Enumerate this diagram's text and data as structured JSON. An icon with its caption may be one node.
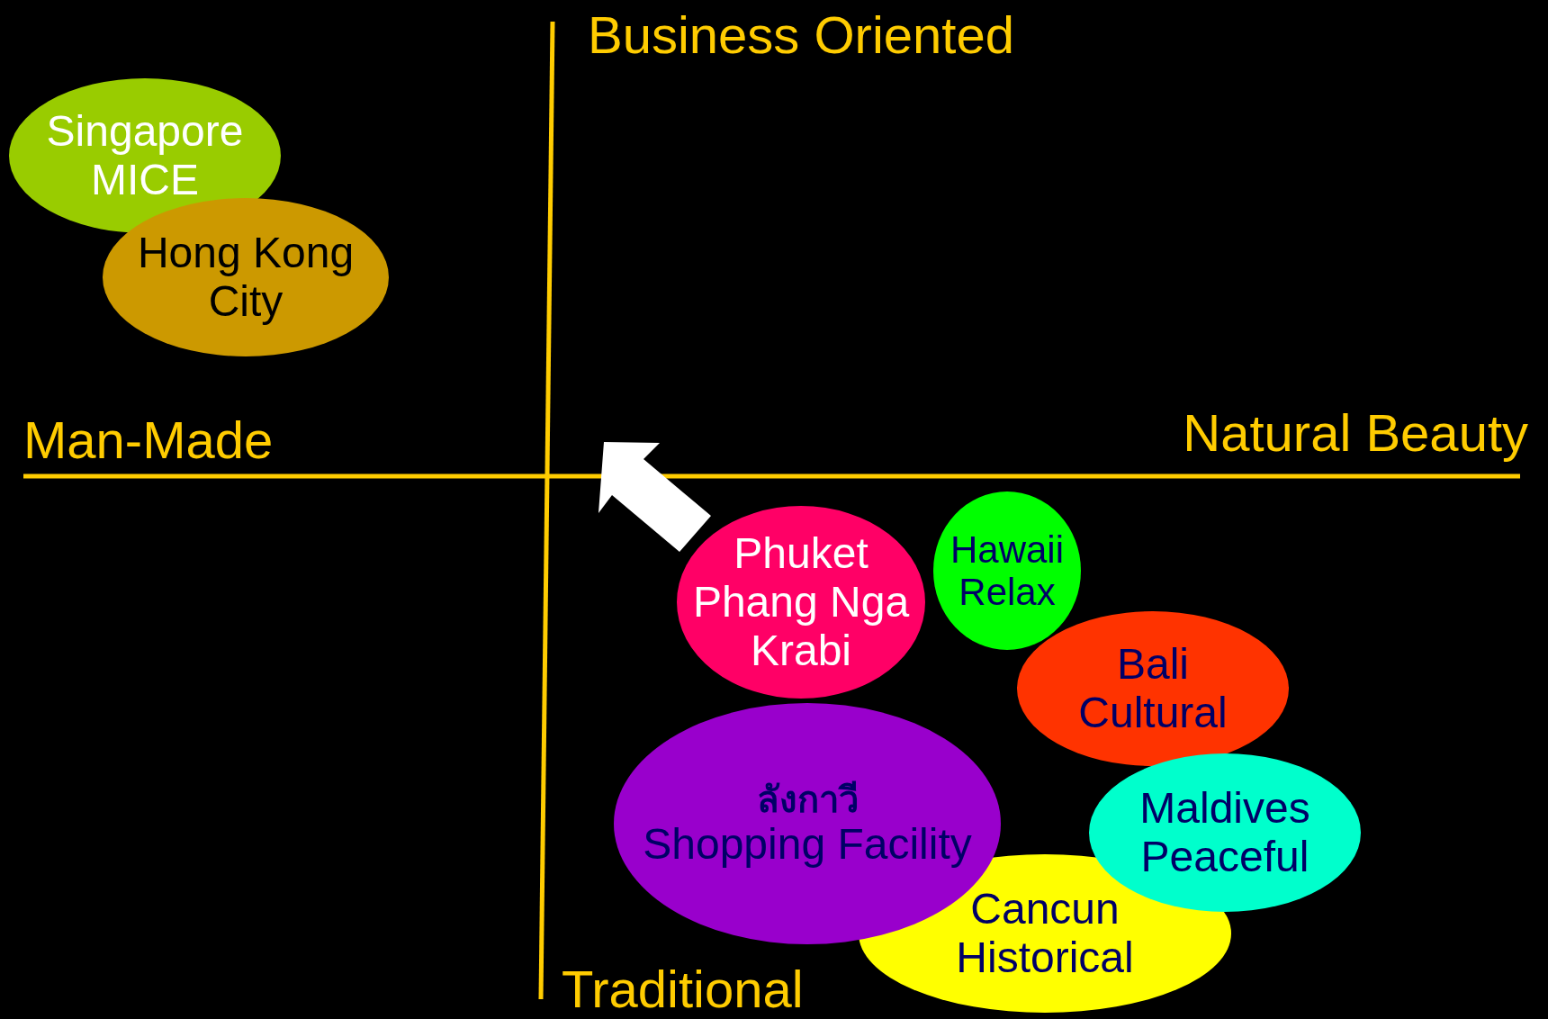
{
  "diagram": {
    "nodes": [
      {
        "text": [
          "Singapore",
          "MICE"
        ]
      },
      {
        "text": [
          "Hong Kong",
          "City"
        ]
      },
      {
        "text": [
          "Phuket",
          "Phang Nga",
          "Krabi"
        ]
      },
      {
        "text": [
          "Hawaii",
          "Relax"
        ]
      },
      {
        "text": [
          "Bali",
          "Cultural"
        ]
      },
      {
        "text": [
          "ลังกาวี",
          "Shopping Facility"
        ]
      },
      {
        "text": [
          "Maldives",
          "Peaceful"
        ]
      },
      {
        "text": [
          "Cancun",
          "Historical"
        ]
      }
    ],
    "labels": [
      "Business Oriented",
      "Man-Made",
      "Natural Beauty",
      "Traditional"
    ]
  }
}
